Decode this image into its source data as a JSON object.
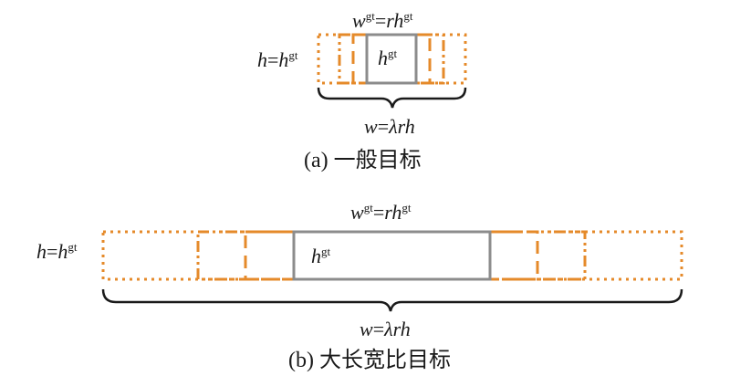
{
  "colors": {
    "orange": "#e58a2a",
    "gray": "#8c8c8c",
    "text": "#1a1a1a"
  },
  "panel_a": {
    "top_label": {
      "w": "w",
      "w_sup": "gt",
      "eq": "=",
      "rh": "rh",
      "rh_sup": "gt"
    },
    "left_label": {
      "h": "h",
      "eq": "=",
      "h2": "h",
      "sup": "gt"
    },
    "box_label": {
      "h": "h",
      "sup": "gt"
    },
    "bottom_label": {
      "w": "w",
      "eq": "=",
      "lrh": "λrh"
    },
    "caption": "(a) 一般目标"
  },
  "panel_b": {
    "top_label": {
      "w": "w",
      "w_sup": "gt",
      "eq": "=",
      "rh": "rh",
      "rh_sup": "gt"
    },
    "left_label": {
      "h": "h",
      "eq": "=",
      "h2": "h",
      "sup": "gt"
    },
    "box_label": {
      "h": "h",
      "sup": "gt"
    },
    "bottom_label": {
      "w": "w",
      "eq": "=",
      "lrh": "λrh"
    },
    "caption": "(b) 大长宽比目标"
  }
}
